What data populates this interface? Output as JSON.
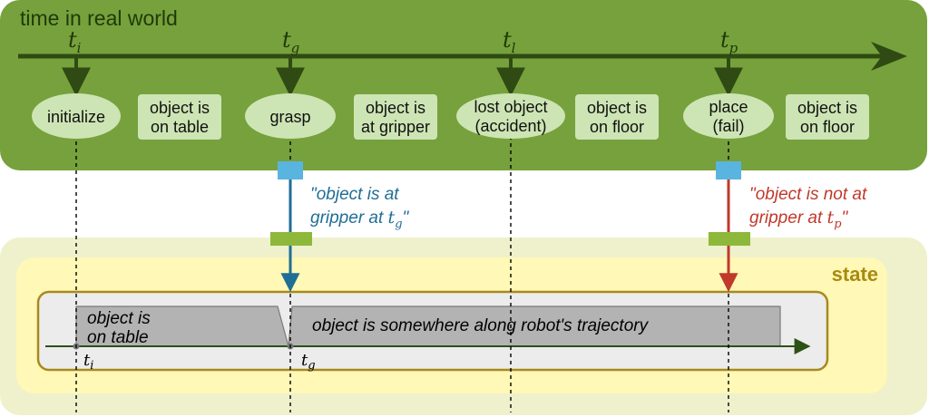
{
  "world": {
    "title": "time in real world",
    "times": [
      {
        "base": "t",
        "sub": "i"
      },
      {
        "base": "t",
        "sub": "g"
      },
      {
        "base": "t",
        "sub": "l"
      },
      {
        "base": "t",
        "sub": "p"
      }
    ],
    "events": [
      "initialize",
      "grasp",
      "lost object|(accident)",
      "place|(fail)"
    ],
    "states": [
      "object is|on table",
      "object is|at gripper",
      "object is|on floor",
      "object is|on floor"
    ]
  },
  "observations": {
    "grasp": {
      "line1": "\"object is at",
      "line2": "gripper at ",
      "t_base": "t",
      "t_sub": "g",
      "suffix": "\""
    },
    "place": {
      "line1": "\"object is not at",
      "line2": "gripper at ",
      "t_base": "t",
      "t_sub": "p",
      "suffix": "\""
    }
  },
  "state": {
    "label": "state",
    "bar1": "object is|on table",
    "bar2": "object is somewhere along robot's trajectory",
    "ticks": [
      {
        "base": "t",
        "sub": "i"
      },
      {
        "base": "t",
        "sub": "g"
      }
    ]
  },
  "colors": {
    "world_bg": "#76a13c",
    "world_line": "#2f4a12",
    "pill": "#cde5b4",
    "state_outer": "#eef1cc",
    "state_inner": "#fff8b6",
    "state_label": "#a78b10",
    "box_border": "#a8891e",
    "box_bg": "#ececec",
    "bar_fill": "#b3b3b3",
    "obs_blue": "#1f6e95",
    "obs_red": "#c0392b",
    "sensor_blue": "#5ab4e0",
    "filter_green": "#8db83a",
    "timeline": "#2d5016"
  }
}
